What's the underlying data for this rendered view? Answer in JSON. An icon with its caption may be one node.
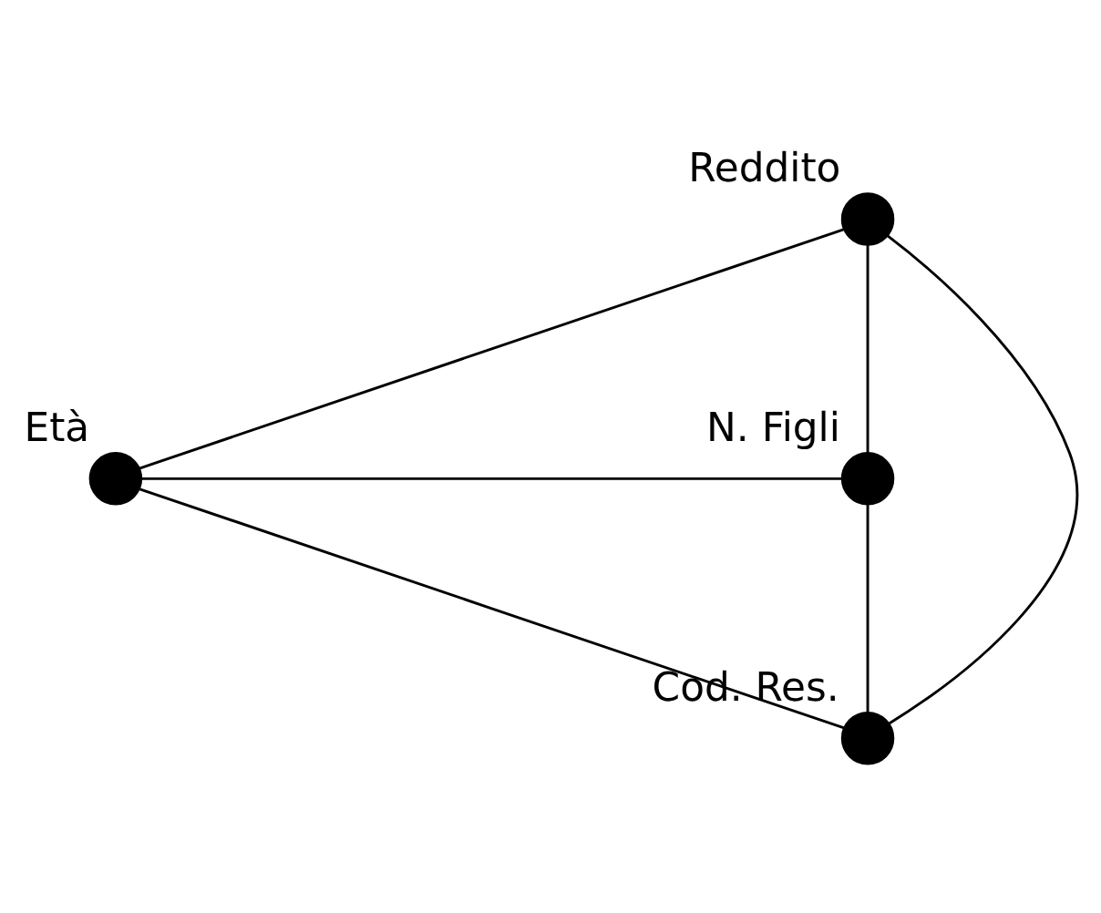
{
  "diagram": {
    "nodes": [
      {
        "text": [
          "Reddito"
        ]
      },
      {
        "text": [
          "Età"
        ]
      },
      {
        "text": [
          "N. Figli"
        ]
      },
      {
        "text": [
          "Cod. Res."
        ]
      }
    ],
    "edges": [
      {
        "from": 0,
        "to": 1,
        "arrow": "none"
      },
      {
        "from": 0,
        "to": 2,
        "arrow": "none"
      },
      {
        "from": 0,
        "to": 3,
        "arrow": "none"
      },
      {
        "from": 1,
        "to": 2,
        "arrow": "none"
      },
      {
        "from": 1,
        "to": 3,
        "arrow": "none"
      },
      {
        "from": 2,
        "to": 3,
        "arrow": "none"
      }
    ]
  }
}
